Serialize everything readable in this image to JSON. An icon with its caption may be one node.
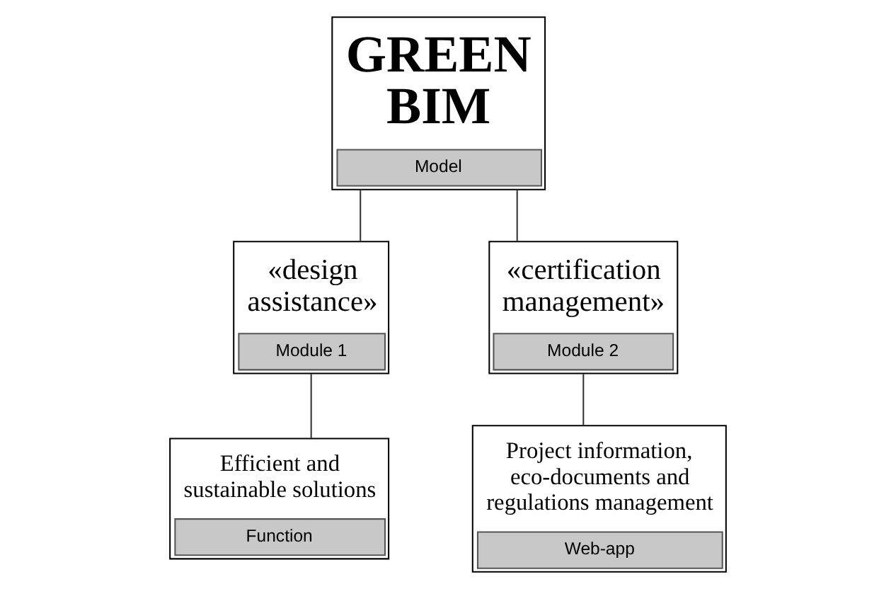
{
  "diagram": {
    "nodes": [
      {
        "text": [
          "GREEN BIM",
          "Model"
        ]
      },
      {
        "text": [
          "«design assistance»",
          "Module 1"
        ]
      },
      {
        "text": [
          "«certification management»",
          "Module 2"
        ]
      },
      {
        "text": [
          "Efficient and sustainable solutions",
          "Function"
        ]
      },
      {
        "text": [
          "Project information, eco-documents and regulations management",
          "Web-app"
        ]
      }
    ],
    "edges": [
      {
        "from": 0,
        "to": 1,
        "arrow": "none"
      },
      {
        "from": 0,
        "to": 2,
        "arrow": "none"
      },
      {
        "from": 1,
        "to": 3,
        "arrow": "none"
      },
      {
        "from": 2,
        "to": 4,
        "arrow": "none"
      }
    ]
  }
}
